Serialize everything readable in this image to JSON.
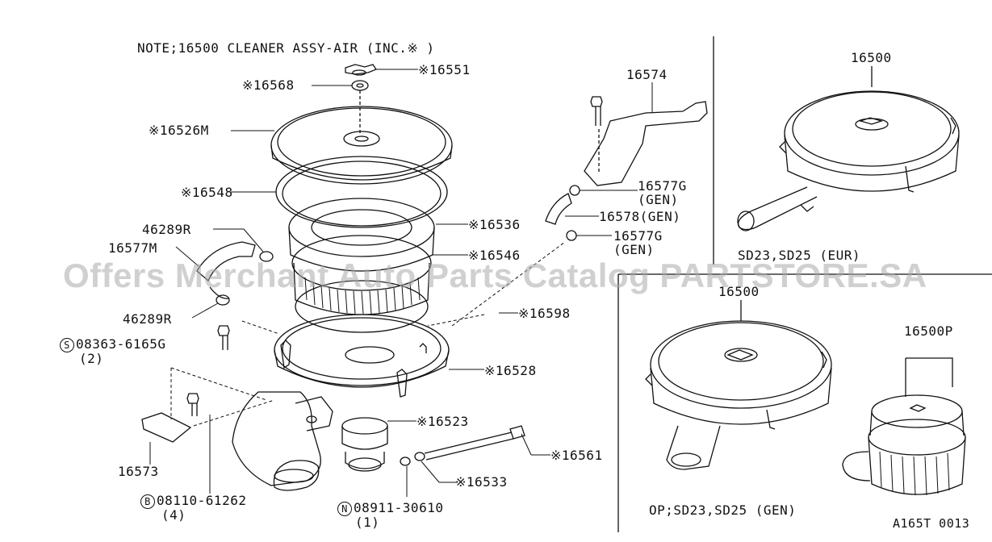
{
  "note": "NOTE;16500 CLEANER ASSY-AIR (INC.※ )",
  "labels": {
    "p16551": "※16551",
    "p16568": "※16568",
    "p16526M": "※16526M",
    "p16548": "※16548",
    "p46289R_a": "46289R",
    "p16577M": "16577M",
    "p46289R_b": "46289R",
    "p08363": "08363-6165G",
    "p08363_qty": "(2)",
    "p16573": "16573",
    "p08110": "08110-61262",
    "p08110_qty": "(4)",
    "p08911": "08911-30610",
    "p08911_qty": "(1)",
    "p16533": "※16533",
    "p16561": "※16561",
    "p16523": "※16523",
    "p16528": "※16528",
    "p16598": "※16598",
    "p16546": "※16546",
    "p16536": "※16536",
    "p16574": "16574",
    "p16577G_a": "16577G",
    "p16577G_a_gen": "(GEN)",
    "p16578": "16578(GEN)",
    "p16577G_b": "16577G",
    "p16577G_b_gen": "(GEN)",
    "p16500_eur": "16500",
    "eur_caption": "SD23,SD25 (EUR)",
    "p16500_gen": "16500",
    "gen_caption": "OP;SD23,SD25 (GEN)",
    "p16500P": "16500P",
    "ref_code": "A165T 0013"
  },
  "circled": {
    "s": "S",
    "b": "B",
    "n": "N"
  },
  "watermark": "Offers Merchant Auto Parts Catalog PARTSTORE.SA"
}
